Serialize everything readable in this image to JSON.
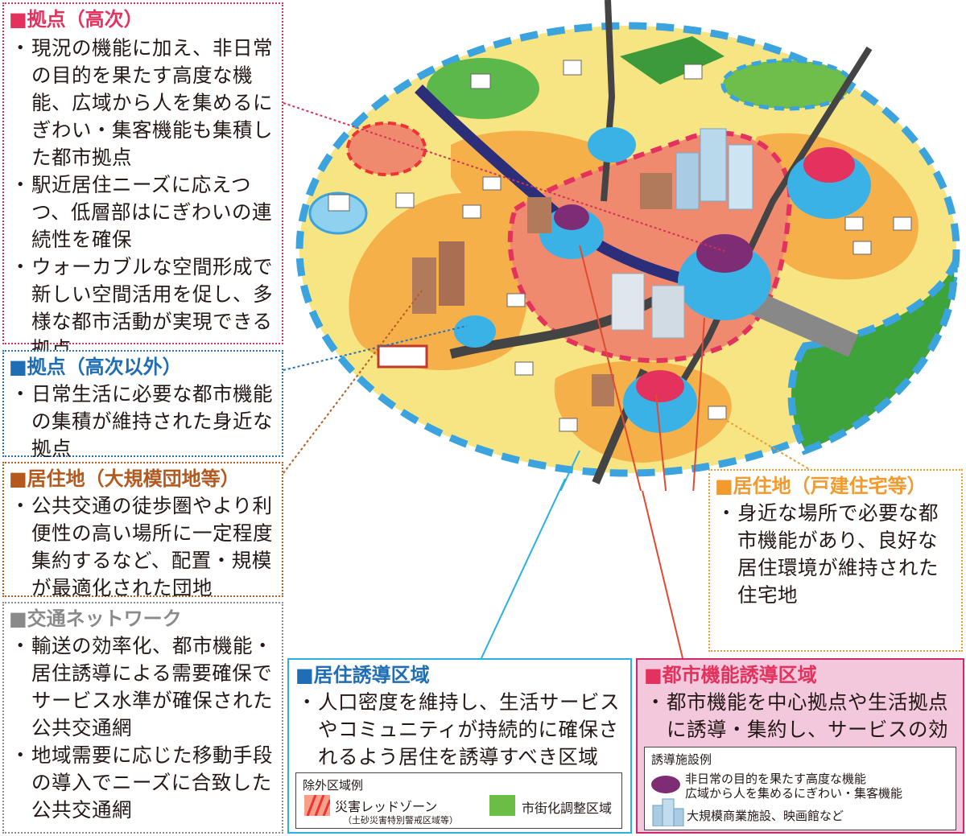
{
  "hub_high": {
    "title": "■拠点（高次）",
    "items": [
      "現況の機能に加え、非日常の目的を果たす高度な機能、広域から人を集めるにぎわい・集客機能も集積した都市拠点",
      "駅近居住ニーズに応えつつ、低層部はにぎわいの連続性を確保",
      "ウォーカブルな空間形成で新しい空間活用を促し、多様な都市活動が実現できる拠点"
    ]
  },
  "hub_other": {
    "title": "■拠点（高次以外）",
    "items": [
      "日常生活に必要な都市機能の集積が維持された身近な拠点"
    ]
  },
  "residential_large": {
    "title": "■居住地（大規模団地等）",
    "items": [
      "公共交通の徒歩圏やより利便性の高い場所に一定程度集約するなど、配置・規模が最適化された団地"
    ]
  },
  "transport": {
    "title": "■交通ネットワーク",
    "items": [
      "輸送の効率化、都市機能・居住誘導による需要確保でサービス水準が確保された公共交通網",
      "地域需要に応じた移動手段の導入でニーズに合致した公共交通網"
    ]
  },
  "residential_house": {
    "title": "■居住地（戸建住宅等）",
    "items": [
      "身近な場所で必要な都市機能があり、良好な居住環境が維持された住宅地"
    ]
  },
  "residential_zone": {
    "title": "■居住誘導区域",
    "items": [
      "人口密度を維持し、生活サービスやコミュニティが持続的に確保されるよう居住を誘導すべき区域"
    ],
    "legend_title": "除外区域例",
    "legend_red": "災害レッドゾーン",
    "legend_red_sub": "（土砂災害特別警戒区域等）",
    "legend_green": "市街化調整区域"
  },
  "urban_zone": {
    "title": "■都市機能誘導区域",
    "items": [
      "都市機能を中心拠点や生活拠点に誘導・集約し、サービスの効率的な提供を図る区域"
    ],
    "legend_title": "誘導施設例",
    "legend_purple_1": "非日常の目的を果たす高度な機能",
    "legend_purple_2": "広域から人を集めるにぎわい・集客機能",
    "legend_building": "大規模商業施設、映画館など"
  },
  "colors": {
    "red": "#e4325f",
    "blue": "#1f6db5",
    "brown": "#b5581e",
    "gray": "#8a8a8a",
    "orange": "#f29a2e",
    "cyan": "#2ab0e3",
    "pink_bg": "#f3c8dd",
    "magenta_border": "#d0286a",
    "yellow": "#f7e483",
    "orange_area": "#f6b04a",
    "salmon": "#f08a6f",
    "green": "#3fa33c",
    "purple": "#7e2c74"
  }
}
